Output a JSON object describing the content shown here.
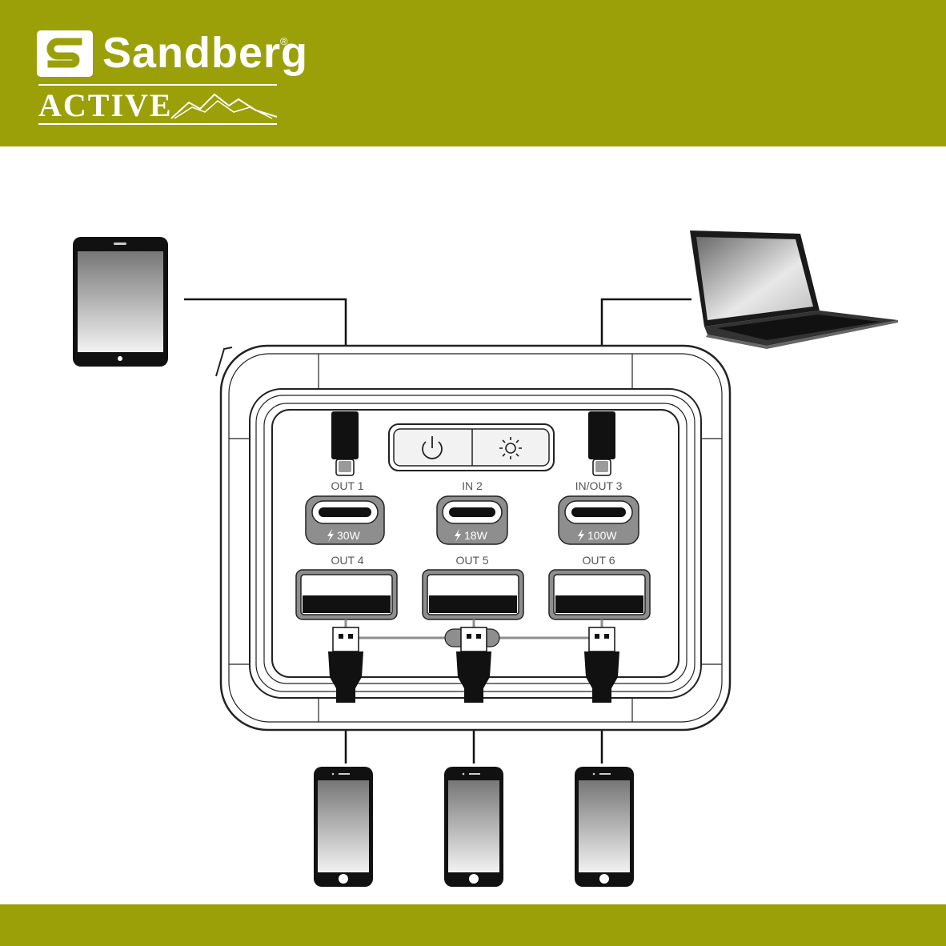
{
  "brand": {
    "name": "Sandberg",
    "registered": "®",
    "sub_brand": "ACTIVE",
    "color": "#9ba009"
  },
  "ports": {
    "out1": {
      "label": "OUT 1",
      "power": "30W"
    },
    "in2": {
      "label": "IN 2",
      "power": "18W"
    },
    "inout3": {
      "label": "IN/OUT 3",
      "power": "100W"
    },
    "out4": {
      "label": "OUT 4"
    },
    "out5": {
      "label": "OUT 5"
    },
    "out6": {
      "label": "OUT 6"
    }
  },
  "buttons": {
    "power": "power-icon",
    "light": "sun-icon"
  },
  "devices": [
    "tablet",
    "laptop",
    "smartphone",
    "smartphone",
    "smartphone"
  ]
}
